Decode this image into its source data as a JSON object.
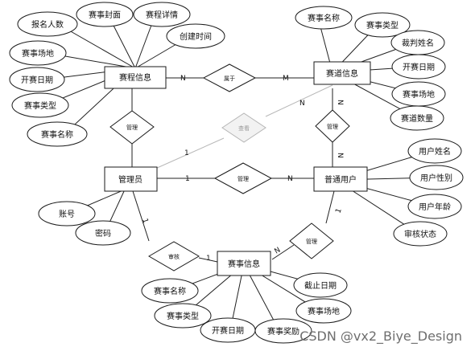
{
  "entities": {
    "course": "赛程信息",
    "track": "赛道信息",
    "admin": "管理员",
    "user": "普通用户",
    "event": "赛事信息"
  },
  "attributes": {
    "course_signup_count": "报名人数",
    "course_cover": "赛事封面",
    "course_detail": "赛程详情",
    "course_created": "创建时间",
    "course_venue": "赛事场地",
    "course_start_date": "开赛日期",
    "course_type": "赛事类型",
    "course_name": "赛事名称",
    "track_name": "赛事名称",
    "track_type": "赛事类型",
    "track_referee": "裁判姓名",
    "track_start_date": "开赛日期",
    "track_venue": "赛事场地",
    "track_count": "赛道数量",
    "admin_account": "账号",
    "admin_password": "密码",
    "user_name": "用户姓名",
    "user_gender": "用户性别",
    "user_age": "用户年龄",
    "user_review": "审核状态",
    "event_name": "赛事名称",
    "event_type": "赛事类型",
    "event_start_date": "开赛日期",
    "event_award": "赛事奖励",
    "event_venue": "赛事场地",
    "event_deadline": "截止日期"
  },
  "relationships": {
    "belongs": "属于",
    "manage_course": "管理",
    "view": "查看",
    "manage_track": "管理",
    "manage_user": "管理",
    "audit": "审核",
    "manage_event": "管理"
  },
  "cardinalities": {
    "course_belongs": "N",
    "track_belongs": "M",
    "admin_view": "1",
    "track_view": "N",
    "track_to_view": "N",
    "user_from_view": "N",
    "admin_manage_user": "1",
    "user_manage": "N",
    "admin_audit": "1",
    "event_audit": "1",
    "event_manage": "N",
    "user_manage_event": "1"
  },
  "watermark": "CSDN @vx2_Biye_Design"
}
